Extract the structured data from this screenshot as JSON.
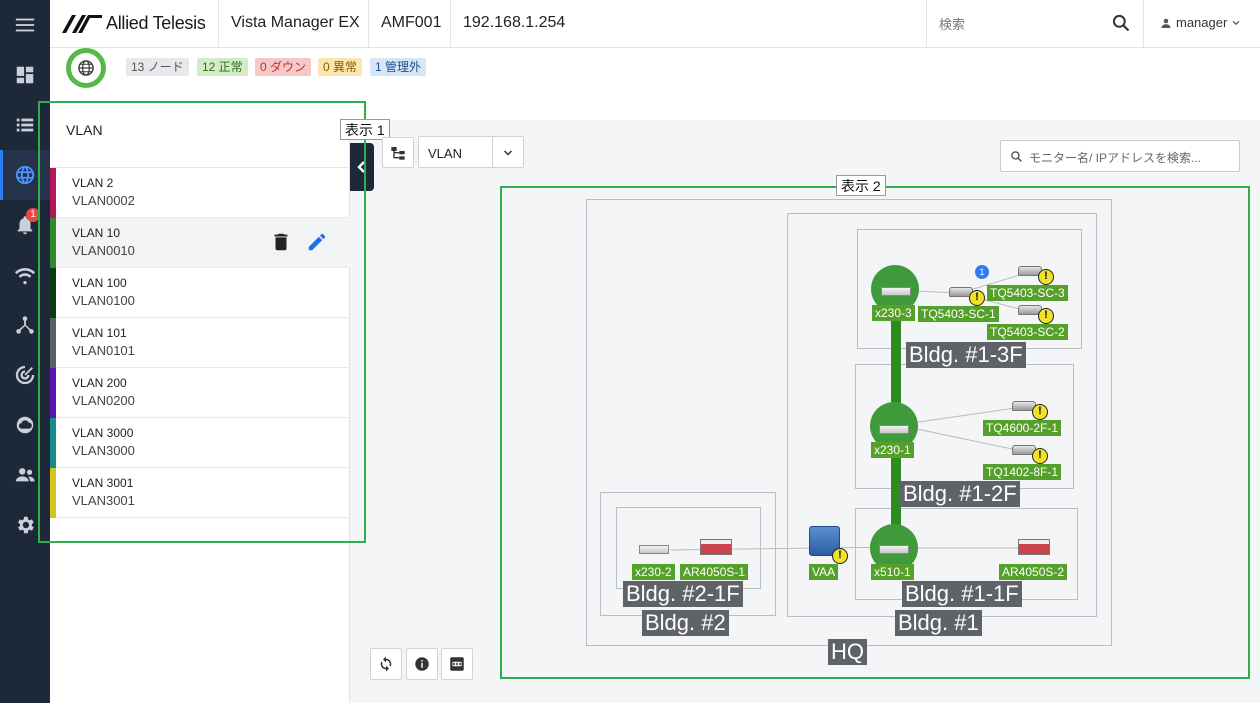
{
  "header": {
    "brand": "Allied Telesis",
    "product": "Vista Manager EX",
    "area": "AMF001",
    "ip": "192.168.1.254",
    "search_placeholder": "検索",
    "user": "manager"
  },
  "rail": {
    "alert_count": "1"
  },
  "summary": {
    "nodes": "13 ノード",
    "ok": "12 正常",
    "down": "0 ダウン",
    "abnormal": "0 異常",
    "unmanaged": "1 管理外"
  },
  "panel": {
    "title": "VLAN",
    "items": [
      {
        "name": "VLAN 2",
        "id": "VLAN0002",
        "color": "#b0185a"
      },
      {
        "name": "VLAN 10",
        "id": "VLAN0010",
        "color": "#2d8a2d"
      },
      {
        "name": "VLAN 100",
        "id": "VLAN0100",
        "color": "#0b3d14"
      },
      {
        "name": "VLAN 101",
        "id": "VLAN0101",
        "color": "#5a6068"
      },
      {
        "name": "VLAN 200",
        "id": "VLAN0200",
        "color": "#5a18b0"
      },
      {
        "name": "VLAN 3000",
        "id": "VLAN3000",
        "color": "#148c8c"
      },
      {
        "name": "VLAN 3001",
        "id": "VLAN3001",
        "color": "#d4c41e"
      }
    ]
  },
  "callouts": {
    "view1": "表示 1",
    "view2": "表示 2"
  },
  "toolbar": {
    "view_select": "VLAN",
    "map_search_placeholder": "モニター名/ IPアドレスを検索..."
  },
  "map": {
    "areas": {
      "hq": "HQ",
      "bldg1": "Bldg. #1",
      "bldg2": "Bldg. #2",
      "b1_3f": "Bldg. #1-3F",
      "b1_2f": "Bldg. #1-2F",
      "b1_1f": "Bldg. #1-1F",
      "b2_1f": "Bldg. #2-1F"
    },
    "devices": {
      "x230_3": "x230-3",
      "tq5403_sc_1": "TQ5403-SC-1",
      "tq5403_sc_3": "TQ5403-SC-3",
      "tq5403_sc_2": "TQ5403-SC-2",
      "x230_1": "x230-1",
      "tq4600_2f_1": "TQ4600-2F-1",
      "tq1402_8f_1": "TQ1402-8F-1",
      "x510_1": "x510-1",
      "ar4050s_2": "AR4050S-2",
      "vaa": "VAA",
      "x230_2": "x230-2",
      "ar4050s_1": "AR4050S-1"
    },
    "unmanaged_count": "1",
    "warn_glyph": "!"
  },
  "colors": {
    "accent": "#2f7df6",
    "highlight_outline": "#2fae4c",
    "node_green": "#3e9a3a",
    "label_green": "#55a02b"
  }
}
